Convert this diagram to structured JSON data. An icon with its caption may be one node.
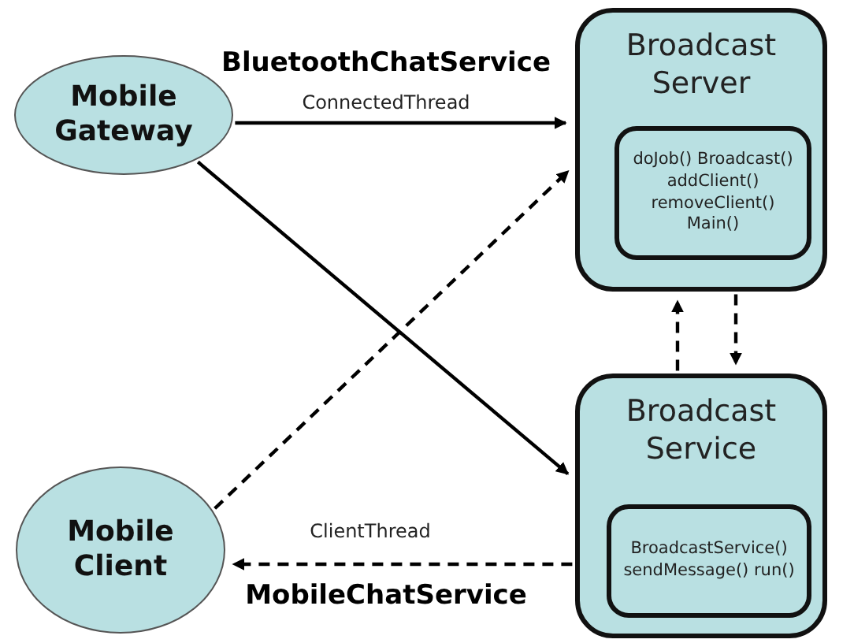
{
  "diagram": {
    "nodes": [
      {
        "text": [
          "Mobile Gateway"
        ]
      },
      {
        "text": [
          "Broadcast Server"
        ]
      },
      {
        "text": [
          "doJob() Broadcast() addClient() removeClient() Main()"
        ],
        "in": 1
      },
      {
        "text": [
          "Mobile Client"
        ]
      },
      {
        "text": [
          "Broadcast Service"
        ]
      },
      {
        "text": [
          "BroadcastService() sendMessage() run()"
        ],
        "in": 4
      }
    ],
    "edges": [
      {
        "from": 0,
        "to": 1,
        "arrow": "to",
        "label": "ConnectedThread"
      },
      {
        "from": 0,
        "to": 4,
        "arrow": "to"
      },
      {
        "from": 3,
        "to": 1,
        "arrow": "to",
        "style": "dashed"
      },
      {
        "from": 4,
        "to": 1,
        "arrow": "to",
        "style": "dashed"
      },
      {
        "from": 1,
        "to": 4,
        "arrow": "to",
        "style": "dashed"
      },
      {
        "from": 4,
        "to": 3,
        "arrow": "to",
        "style": "dashed",
        "label": "ClientThread"
      }
    ],
    "labels": [
      "BluetoothChatService",
      "MobileChatService"
    ]
  }
}
